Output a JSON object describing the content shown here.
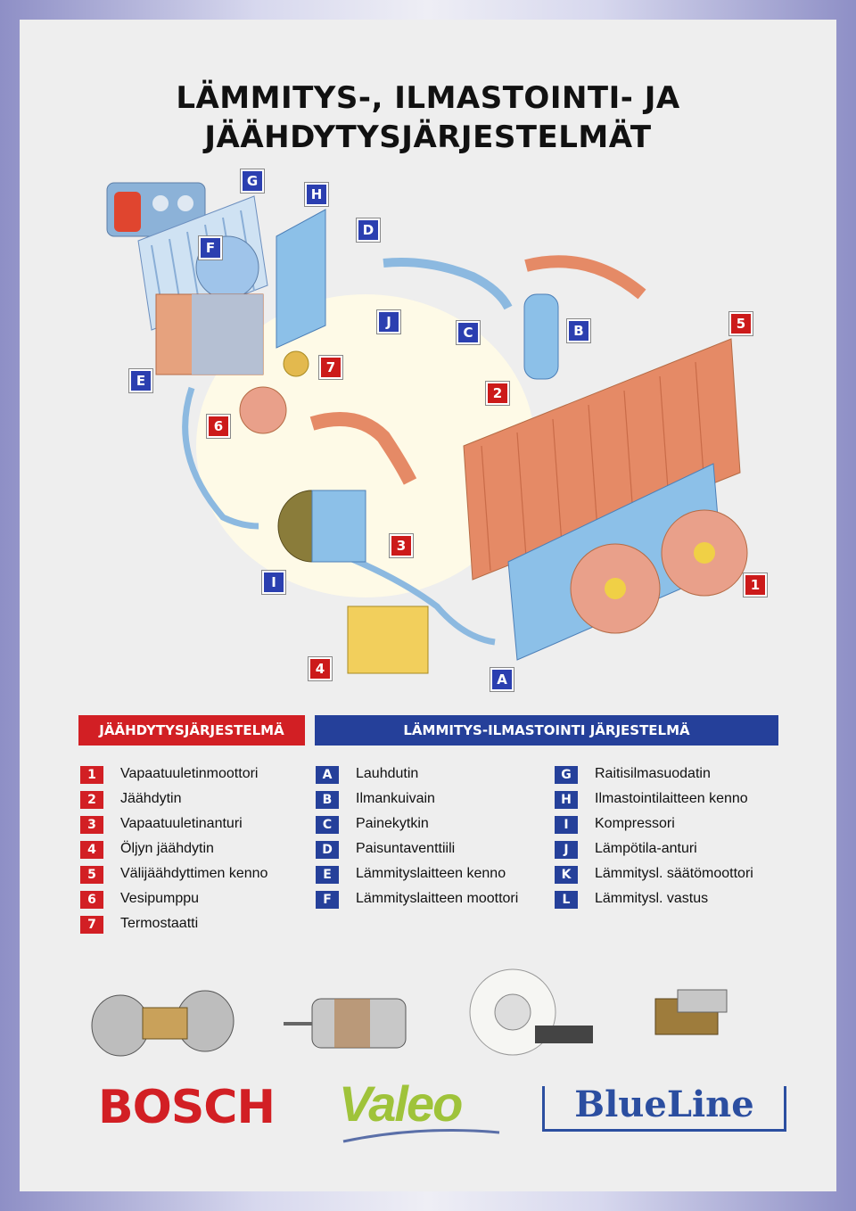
{
  "title": {
    "line1": "LÄMMITYS-, ILMASTOINTI- JA",
    "line2": "JÄÄHDYTYSJÄRJESTELMÄT"
  },
  "tags": {
    "A": "A",
    "B": "B",
    "C": "C",
    "D": "D",
    "E": "E",
    "F": "F",
    "G": "G",
    "H": "H",
    "I": "I",
    "J": "J",
    "n1": "1",
    "n2": "2",
    "n3": "3",
    "n4": "4",
    "n5": "5",
    "n6": "6",
    "n7": "7"
  },
  "headers": {
    "cooling": "JÄÄHDYTYSJÄRJESTELMÄ",
    "heating": "LÄMMITYS-ILMASTOINTI JÄRJESTELMÄ"
  },
  "legend_cooling": [
    {
      "key": "1",
      "label": "Vapaatuuletinmoottori"
    },
    {
      "key": "2",
      "label": "Jäähdytin"
    },
    {
      "key": "3",
      "label": "Vapaatuuletinanturi"
    },
    {
      "key": "4",
      "label": "Öljyn jäähdytin"
    },
    {
      "key": "5",
      "label": "Välijäähdyttimen kenno"
    },
    {
      "key": "6",
      "label": "Vesipumppu"
    },
    {
      "key": "7",
      "label": "Termostaatti"
    }
  ],
  "legend_heating_1": [
    {
      "key": "A",
      "label": "Lauhdutin"
    },
    {
      "key": "B",
      "label": "Ilmankuivain"
    },
    {
      "key": "C",
      "label": "Painekytkin"
    },
    {
      "key": "D",
      "label": "Paisuntaventtiili"
    },
    {
      "key": "E",
      "label": "Lämmityslaitteen kenno"
    },
    {
      "key": "F",
      "label": "Lämmityslaitteen moottori"
    }
  ],
  "legend_heating_2": [
    {
      "key": "G",
      "label": "Raitisilmasuodatin"
    },
    {
      "key": "H",
      "label": "Ilmastointilaitteen kenno"
    },
    {
      "key": "I",
      "label": "Kompressori"
    },
    {
      "key": "J",
      "label": "Lämpötila-anturi"
    },
    {
      "key": "K",
      "label": "Lämmitysl. säätömoottori"
    },
    {
      "key": "L",
      "label": "Lämmitysl. vastus"
    }
  ],
  "brands": {
    "bosch": "BOSCH",
    "valeo": "Valeo",
    "blueline": "BlueLine"
  },
  "colors": {
    "red": "#d21f24",
    "blue": "#25409a",
    "salmon": "#e58a66",
    "lightblue": "#8cc0e8"
  }
}
